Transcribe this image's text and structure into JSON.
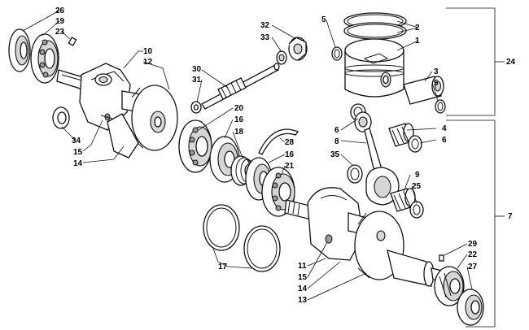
{
  "callouts": {
    "c26": "26",
    "c19": "19",
    "c23": "23",
    "c10": "10",
    "c12": "12",
    "c30": "30",
    "c31": "31",
    "c32": "32",
    "c33": "33",
    "c5a": "5",
    "c2": "2",
    "c1": "1",
    "c24": "24",
    "c3": "3",
    "c5b": "5",
    "c34": "34",
    "c15a": "15",
    "c14a": "14",
    "c20": "20",
    "c16a": "16",
    "c18": "18",
    "c6a": "6",
    "c8": "8",
    "c4": "4",
    "c6b": "6",
    "c35": "35",
    "c28": "28",
    "c16b": "16",
    "c21": "21",
    "c9": "9",
    "c25": "25",
    "c7": "7",
    "c17": "17",
    "c11": "11",
    "c15b": "15",
    "c14b": "14",
    "c13": "13",
    "c29": "29",
    "c22": "22",
    "c27": "27"
  }
}
